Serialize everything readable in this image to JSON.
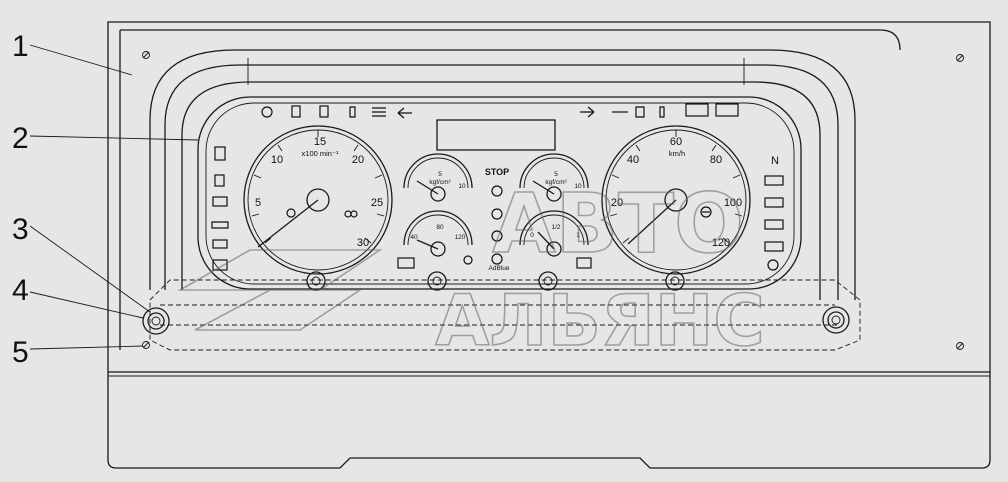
{
  "callouts": [
    {
      "label": "1"
    },
    {
      "label": "2"
    },
    {
      "label": "3"
    },
    {
      "label": "4"
    },
    {
      "label": "5"
    }
  ],
  "tachometer": {
    "scale": [
      "5",
      "10",
      "15",
      "20",
      "25",
      "30"
    ],
    "unit": "x100 min⁻¹"
  },
  "speedometer": {
    "scale": [
      "20",
      "40",
      "60",
      "80",
      "100",
      "120"
    ],
    "unit": "km/h"
  },
  "pressure_gauge_1": {
    "low": "5",
    "high": "10",
    "unit": "kgf/cm²"
  },
  "pressure_gauge_2": {
    "low": "5",
    "high": "10",
    "unit": "kgf/cm²"
  },
  "temp_gauge": {
    "scale": [
      "40",
      "80",
      "120"
    ]
  },
  "fuel_gauge": {
    "scale": [
      "0",
      "1/2",
      "1"
    ]
  },
  "labels": {
    "stop": "STOP",
    "adblue": "AdBlue",
    "gear_neutral": "N"
  },
  "watermark": {
    "line1": "АВТО",
    "line2": "АЛЬЯНС"
  }
}
